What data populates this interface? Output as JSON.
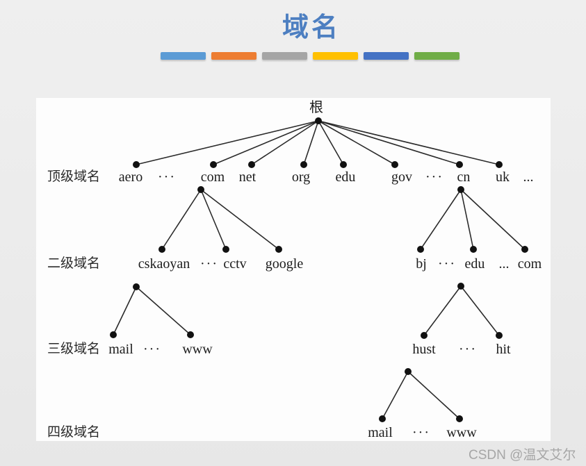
{
  "slide": {
    "title": "域名",
    "title_color": "#4d7fc1",
    "decor_bar_colors": [
      "#5B9BD5",
      "#ED7D31",
      "#A5A5A5",
      "#FFC000",
      "#4472C4",
      "#70AD47"
    ]
  },
  "tree": {
    "root": "根",
    "row_labels": [
      "顶级域名",
      "二级域名",
      "三级域名",
      "四级域名"
    ],
    "top_level": [
      "aero",
      "···",
      "com",
      "net",
      "org",
      "edu",
      "gov",
      "···",
      "cn",
      "uk",
      "..."
    ],
    "second_level_left": [
      "cskaoyan",
      "···",
      "cctv",
      "google"
    ],
    "second_level_right": [
      "bj",
      "···",
      "edu",
      "...",
      "com"
    ],
    "third_level_left": [
      "mail",
      "···",
      "www"
    ],
    "third_level_right": [
      "hust",
      "···",
      "hit"
    ],
    "fourth_level": [
      "mail",
      "···",
      "www"
    ]
  },
  "watermark": "CSDN @温文艾尔"
}
